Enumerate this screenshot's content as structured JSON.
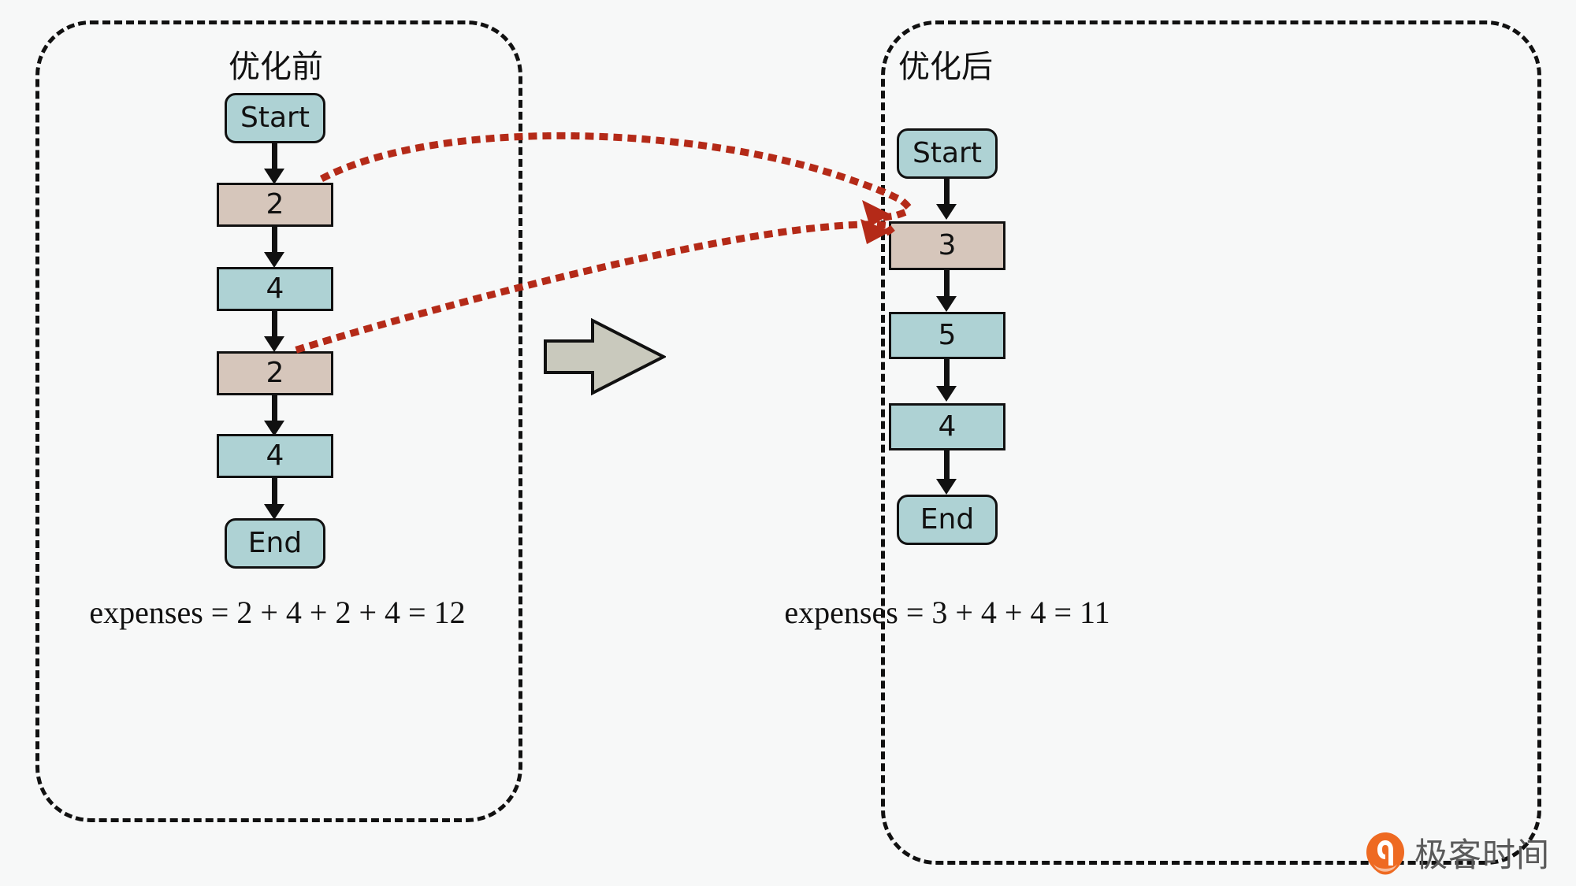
{
  "diagram": {
    "background_color": "#f7f8f8",
    "node_colors": {
      "teal": "#aed2d4",
      "tan": "#d6c6bb",
      "outline": "#111111"
    },
    "accent_colors": {
      "red_arrow": "#b42a18",
      "center_arrow": "#c9c9bd",
      "watermark_orange": "#ee6a22"
    }
  },
  "panels": {
    "before": {
      "title": "优化前",
      "nodes": [
        {
          "label": "Start",
          "shape": "rounded",
          "fill": "teal"
        },
        {
          "label": "2",
          "shape": "rect",
          "fill": "tan"
        },
        {
          "label": "4",
          "shape": "rect",
          "fill": "teal"
        },
        {
          "label": "2",
          "shape": "rect",
          "fill": "tan"
        },
        {
          "label": "4",
          "shape": "rect",
          "fill": "teal"
        },
        {
          "label": "End",
          "shape": "rounded",
          "fill": "teal"
        }
      ],
      "expenses": "expenses = 2 + 4 + 2 + 4 = 12"
    },
    "after": {
      "title": "优化后",
      "nodes": [
        {
          "label": "Start",
          "shape": "rounded",
          "fill": "teal"
        },
        {
          "label": "3",
          "shape": "rect",
          "fill": "tan"
        },
        {
          "label": "5",
          "shape": "rect",
          "fill": "teal"
        },
        {
          "label": "4",
          "shape": "rect",
          "fill": "teal"
        },
        {
          "label": "End",
          "shape": "rounded",
          "fill": "teal"
        }
      ],
      "expenses": "expenses = 3 + 4 + 4 = 11"
    }
  },
  "transform_arrow": {
    "direction": "right",
    "fill": "#c9c9bd"
  },
  "merge_arrows": [
    {
      "from": "before.node.2.first",
      "to": "after.node.3",
      "style": "dotted",
      "color": "#b42a18"
    },
    {
      "from": "before.node.2.second",
      "to": "after.node.3",
      "style": "dotted",
      "color": "#b42a18"
    }
  ],
  "watermark": {
    "text": "极客时间",
    "logo": "geektime-logo-icon"
  }
}
